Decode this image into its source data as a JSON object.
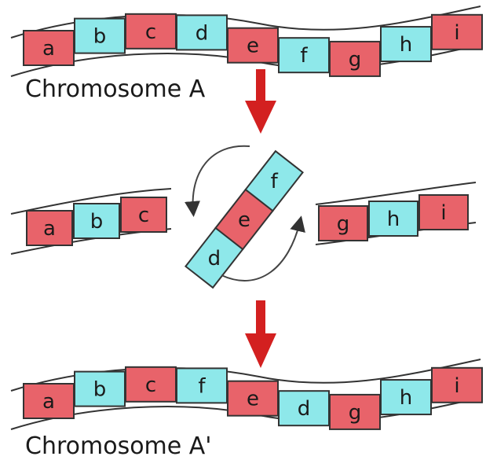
{
  "colors": {
    "red": "#e8636a",
    "cyan": "#8ee8ea",
    "outline": "#333333",
    "arrow": "#d32020",
    "rotation_arrow": "#444444"
  },
  "chromosome_a": {
    "caption": "Chromosome A",
    "segments": [
      "a",
      "b",
      "c",
      "d",
      "e",
      "f",
      "g",
      "h",
      "i"
    ],
    "segment_colors": [
      "red",
      "cyan",
      "red",
      "cyan",
      "red",
      "cyan",
      "red",
      "cyan",
      "red"
    ]
  },
  "break_stage": {
    "left_fragment": [
      "a",
      "b",
      "c"
    ],
    "left_colors": [
      "red",
      "cyan",
      "red"
    ],
    "inverted_piece": [
      "d",
      "e",
      "f"
    ],
    "inverted_colors": [
      "cyan",
      "red",
      "cyan"
    ],
    "right_fragment": [
      "g",
      "h",
      "i"
    ],
    "right_colors": [
      "red",
      "cyan",
      "red"
    ]
  },
  "chromosome_a_prime": {
    "caption": "Chromosome A'",
    "segments": [
      "a",
      "b",
      "c",
      "f",
      "e",
      "d",
      "g",
      "h",
      "i"
    ],
    "segment_colors": [
      "red",
      "cyan",
      "red",
      "cyan",
      "red",
      "cyan",
      "red",
      "cyan",
      "red"
    ]
  },
  "icons": {
    "step_arrow_1": "down-arrow-icon",
    "step_arrow_2": "down-arrow-icon",
    "rotate_arrow_top": "curved-arrow-icon",
    "rotate_arrow_bottom": "curved-arrow-icon"
  }
}
